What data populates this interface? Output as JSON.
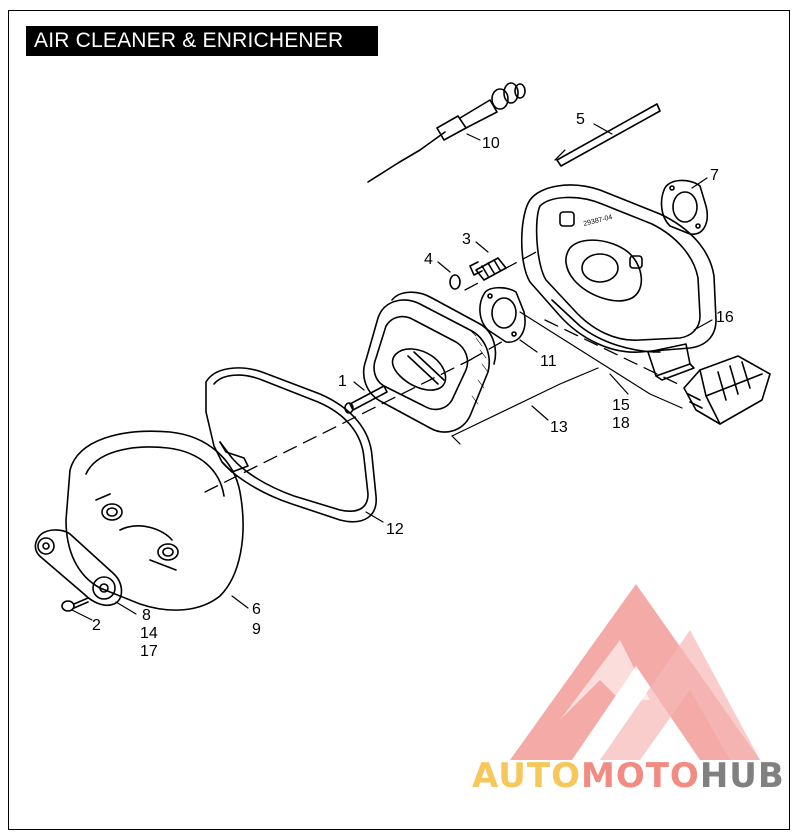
{
  "title": "AIR CLEANER & ENRICHENER",
  "part_stamp": "29387-04",
  "callouts": {
    "c1": "1",
    "c2": "2",
    "c3": "3",
    "c4": "4",
    "c5": "5",
    "c6": "6",
    "c7": "7",
    "c8": "8",
    "c9": "9",
    "c10": "10",
    "c11": "11",
    "c12": "12",
    "c13": "13",
    "c14": "14",
    "c15": "15",
    "c16": "16",
    "c17": "17",
    "c18": "18"
  },
  "watermark": {
    "part1": "AUTO",
    "part2": "MOTO",
    "part3": "HUB",
    "colors": {
      "auto": "#f6c75a",
      "moto": "#f28b82",
      "hub": "#808080",
      "logo": "#f29b98"
    }
  }
}
